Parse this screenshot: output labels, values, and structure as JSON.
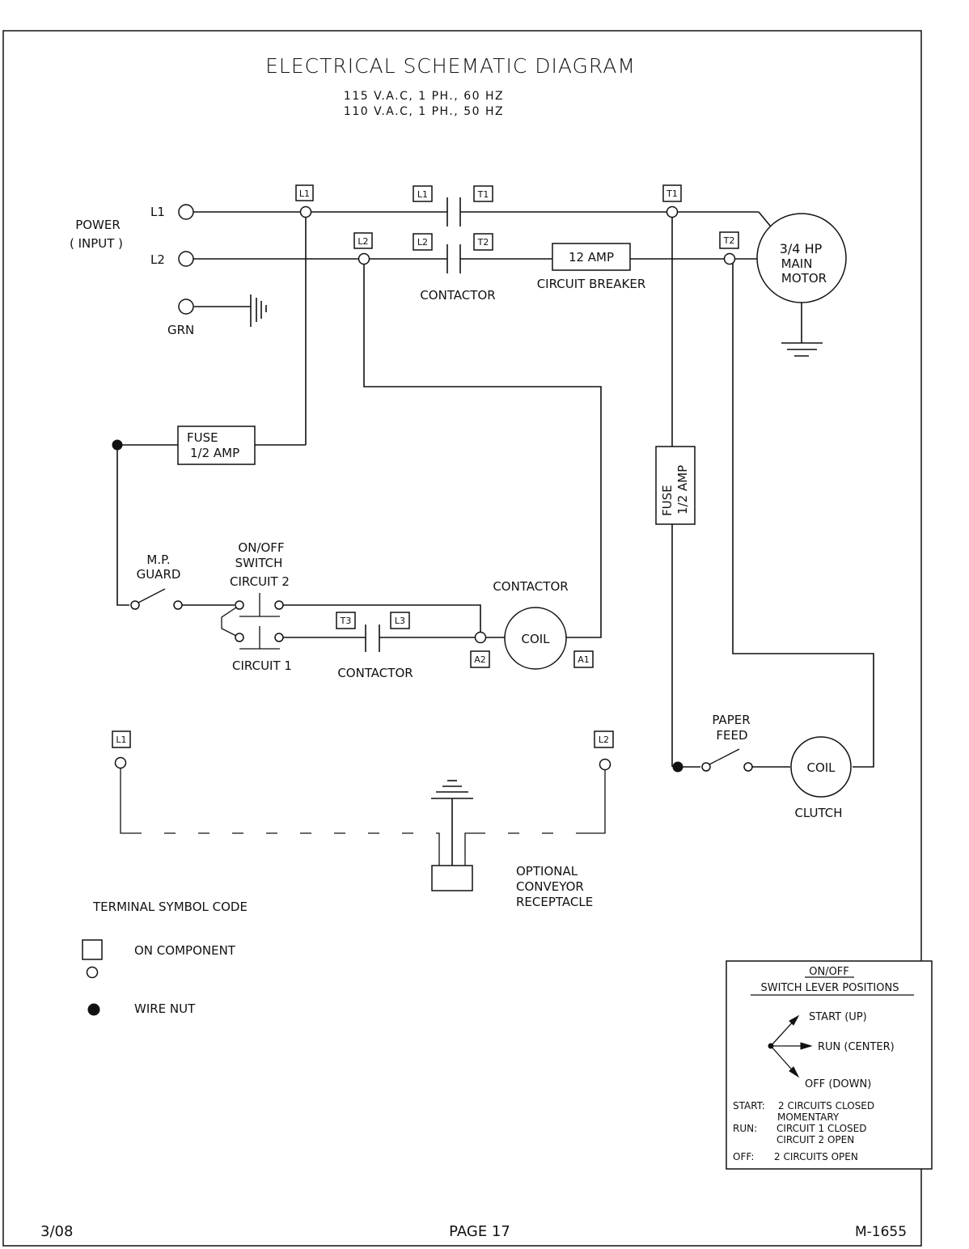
{
  "header": {
    "title": "ELECTRICAL SCHEMATIC DIAGRAM",
    "supply_lines": [
      "115 V.A.C, 1 PH., 60 HZ",
      "110 V.A.C, 1 PH., 50 HZ"
    ]
  },
  "power_input": {
    "label_line1": "POWER",
    "label_line2": "( INPUT )",
    "l1": "L1",
    "l2": "L2",
    "ground": "GRN"
  },
  "terminals": {
    "L1": "L1",
    "L2": "L2",
    "T1": "T1",
    "T2": "T2",
    "T3": "T3",
    "L3": "L3",
    "A1": "A1",
    "A2": "A2"
  },
  "main_contactor": {
    "label": "CONTACTOR"
  },
  "circuit_breaker": {
    "rating": "12 AMP",
    "label": "CIRCUIT BREAKER"
  },
  "main_motor": {
    "line1": "3/4 HP",
    "line2": "MAIN",
    "line3": "MOTOR"
  },
  "fuse_left": {
    "line1": "FUSE",
    "line2": "1/2 AMP"
  },
  "fuse_right": {
    "line1": "FUSE",
    "line2": "1/2 AMP"
  },
  "mp_guard": {
    "line1": "M.P.",
    "line2": "GUARD"
  },
  "onoff_switch": {
    "line1": "ON/OFF",
    "line2": "SWITCH",
    "circuit2": "CIRCUIT 2",
    "circuit1": "CIRCUIT 1"
  },
  "aux_contactor": {
    "label": "CONTACTOR"
  },
  "contactor_coil": {
    "title": "CONTACTOR",
    "label": "COIL"
  },
  "paper_feed": {
    "line1": "PAPER",
    "line2": "FEED"
  },
  "clutch_coil": {
    "label": "COIL",
    "caption": "CLUTCH"
  },
  "conveyor": {
    "line1": "OPTIONAL",
    "line2": "CONVEYOR",
    "line3": "RECEPTACLE"
  },
  "legend": {
    "title": "TERMINAL SYMBOL CODE",
    "on_component": "ON COMPONENT",
    "wire_nut": "WIRE NUT"
  },
  "lever_box": {
    "title_line1": "ON/OFF",
    "title_line2": "SWITCH LEVER POSITIONS",
    "start": "START (UP)",
    "run": "RUN (CENTER)",
    "off": "OFF (DOWN)",
    "notes": [
      {
        "key": "START:",
        "text": "2 CIRCUITS CLOSED"
      },
      {
        "key": "",
        "text": "MOMENTARY"
      },
      {
        "key": "RUN:",
        "text": "CIRCUIT 1 CLOSED"
      },
      {
        "key": "",
        "text": "CIRCUIT 2 OPEN"
      },
      {
        "key": "OFF:",
        "text": "2 CIRCUITS OPEN"
      }
    ]
  },
  "footer": {
    "date": "3/08",
    "page": "PAGE 17",
    "doc_number": "M-1655"
  }
}
